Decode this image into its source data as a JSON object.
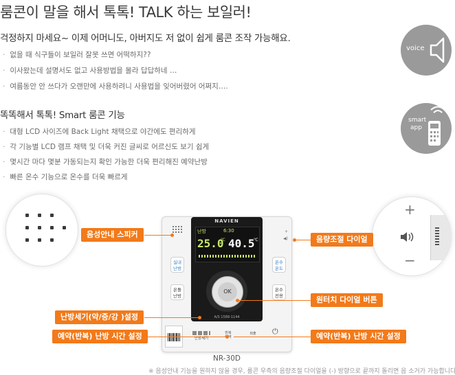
{
  "headline": "룸콘이 말을 해서 톡톡! TALK 하는 보일러!",
  "section1": {
    "title": "걱정하지 마세요~ 이제 어머니도, 아버지도 저 없이 쉽게 룸콘 조작 가능해요.",
    "bullets": [
      "없을 때 식구들이 보일러 잘못 쓰면 어떡하지??",
      "이사왔는데 설명서도 없고 사용방법을 몰라 답답하네 …",
      "여름동안 안 쓰다가 오랜만에 사용하려니 사용법을 잊어버렸어 어쩌지….",
      ""
    ]
  },
  "section2": {
    "title": "똑똑해서 톡톡! Smart 룸콘 기능",
    "bullets": [
      "대형 LCD 사이즈에 Back Light 채택으로 야간에도 편리하게",
      "각 기능별 LCD 램프 채택 및 더욱 커진 글씨로 어르신도 보기 쉽게",
      "몇시간 마다 몇분 가동되는지 확인 가능한 더욱 편리해진 예약난방",
      "빠른 온수 기능으로 온수를 더욱 빠르게"
    ]
  },
  "icons": {
    "voice_label": "voice",
    "smart_label_1": "smart",
    "smart_label_2": "app"
  },
  "callouts": {
    "speaker": "음성안내 스피커",
    "volume": "음량조절 다이얼",
    "dial": "원터치 다이얼 버튼",
    "heat_level": "난방세기(약/중/강 )설정",
    "reserve_left": "예약(반복) 난방 시간 설정",
    "reserve_right": "예약(반복) 난방 시간 설정"
  },
  "device": {
    "brand": "NAVIEN",
    "lcd_mode": "난방",
    "lcd_time": "6:30",
    "lcd_room_temp": "25.0",
    "lcd_set_temp": "40.5",
    "lcd_unit": "℃",
    "btn_left_top": "실내\n난방",
    "btn_left_bottom": "온돌\n난방",
    "btn_right_top": "온수\n온도",
    "btn_right_bottom": "온수\n전용",
    "ok_label": "OK",
    "as_number": "A/S 1588-1144",
    "bottom_btn_1": "난방세기",
    "bottom_btn_2": "반복\n예약",
    "bottom_btn_3": "외출",
    "model_label": "NR-30D"
  },
  "footnote": "※ 음성안내 기능을 원하지 않을 경우, 룸콘 우측의 음량조절 다이얼을 (-) 방향으로 끝까지 돌리면 음 소거가 가능합니다.",
  "colors": {
    "accent": "#f27a1a",
    "icon_gray": "#9a9a9a",
    "lcd_bg": "#111111",
    "lcd_green": "#c8e86a"
  }
}
